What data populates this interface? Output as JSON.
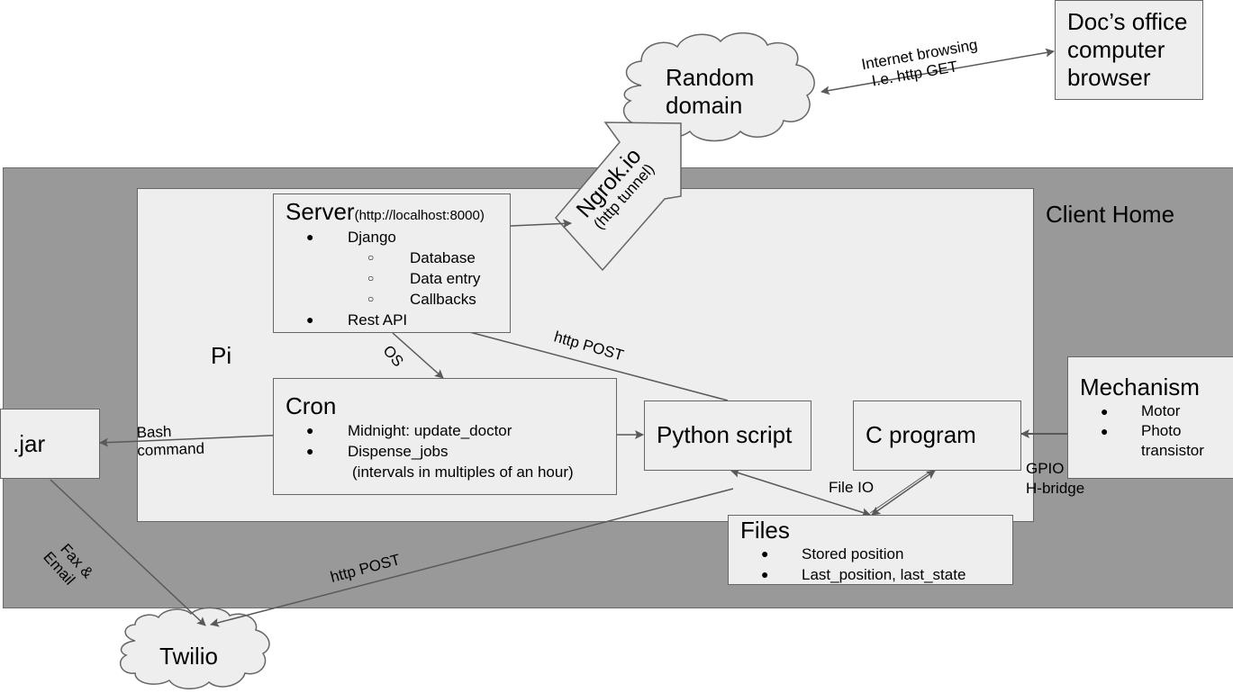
{
  "diagram": {
    "client_home": {
      "label": "Client Home"
    },
    "pi": {
      "label": "Pi"
    },
    "server": {
      "title": "Server",
      "subtitle": "(http://localhost:8000)",
      "items": [
        {
          "label": "Django",
          "children": [
            "Database",
            "Data entry",
            "Callbacks"
          ]
        },
        {
          "label": "Rest API",
          "children": []
        }
      ]
    },
    "cron": {
      "title": "Cron",
      "items": [
        "Midnight: update_doctor",
        "Dispense_jobs"
      ],
      "note": "(intervals in multiples of an hour)"
    },
    "python_script": {
      "label": "Python script"
    },
    "c_program": {
      "label": "C program"
    },
    "files": {
      "title": "Files",
      "items": [
        "Stored position",
        "Last_position, last_state"
      ]
    },
    "mechanism": {
      "title": "Mechanism",
      "items": [
        "Motor",
        "Photo transistor"
      ]
    },
    "jar": {
      "label": ".jar"
    },
    "random_domain": {
      "line1": "Random",
      "line2": "domain"
    },
    "twilio": {
      "label": "Twilio"
    },
    "doc_browser": {
      "line1": "Doc’s office",
      "line2": "computer",
      "line3": "browser"
    },
    "ngrok": {
      "title": "Ngrok.io",
      "subtitle": "(http tunnel)"
    },
    "edges": {
      "internet_browsing_1": "Internet browsing",
      "internet_browsing_2": "I.e. http GET",
      "os": "OS",
      "http_post_server": "http POST",
      "bash_1": "Bash",
      "bash_2": "command",
      "file_io": "File IO",
      "gpio_1": "GPIO",
      "gpio_2": "H-bridge",
      "fax_1": "Fax &",
      "fax_2": "Email",
      "http_post_twilio": "http POST"
    },
    "colors": {
      "outer_fill": "#999999",
      "inner_fill": "#eeeeee",
      "stroke": "#666666",
      "arrow": "#595959"
    }
  }
}
